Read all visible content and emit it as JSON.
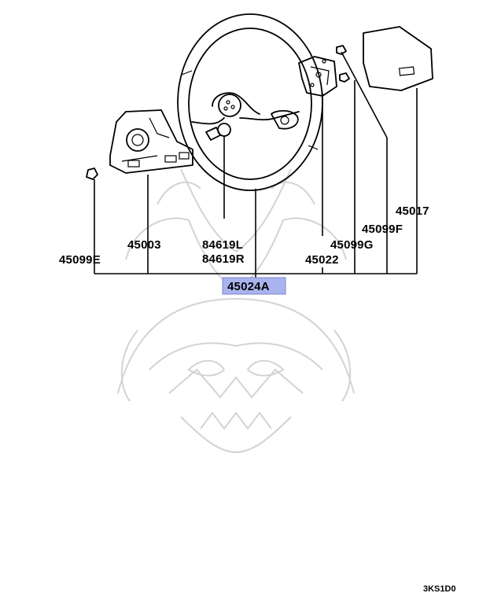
{
  "labels": {
    "p45099E": "45099E",
    "p45003": "45003",
    "p84619L": "84619L",
    "p84619R": "84619R",
    "p45022": "45022",
    "p45099G": "45099G",
    "p45099F": "45099F",
    "p45017": "45017",
    "p45024A": "45024A"
  },
  "highlight_color": "#a9b4ee",
  "diagram_code": "3KS1D0"
}
